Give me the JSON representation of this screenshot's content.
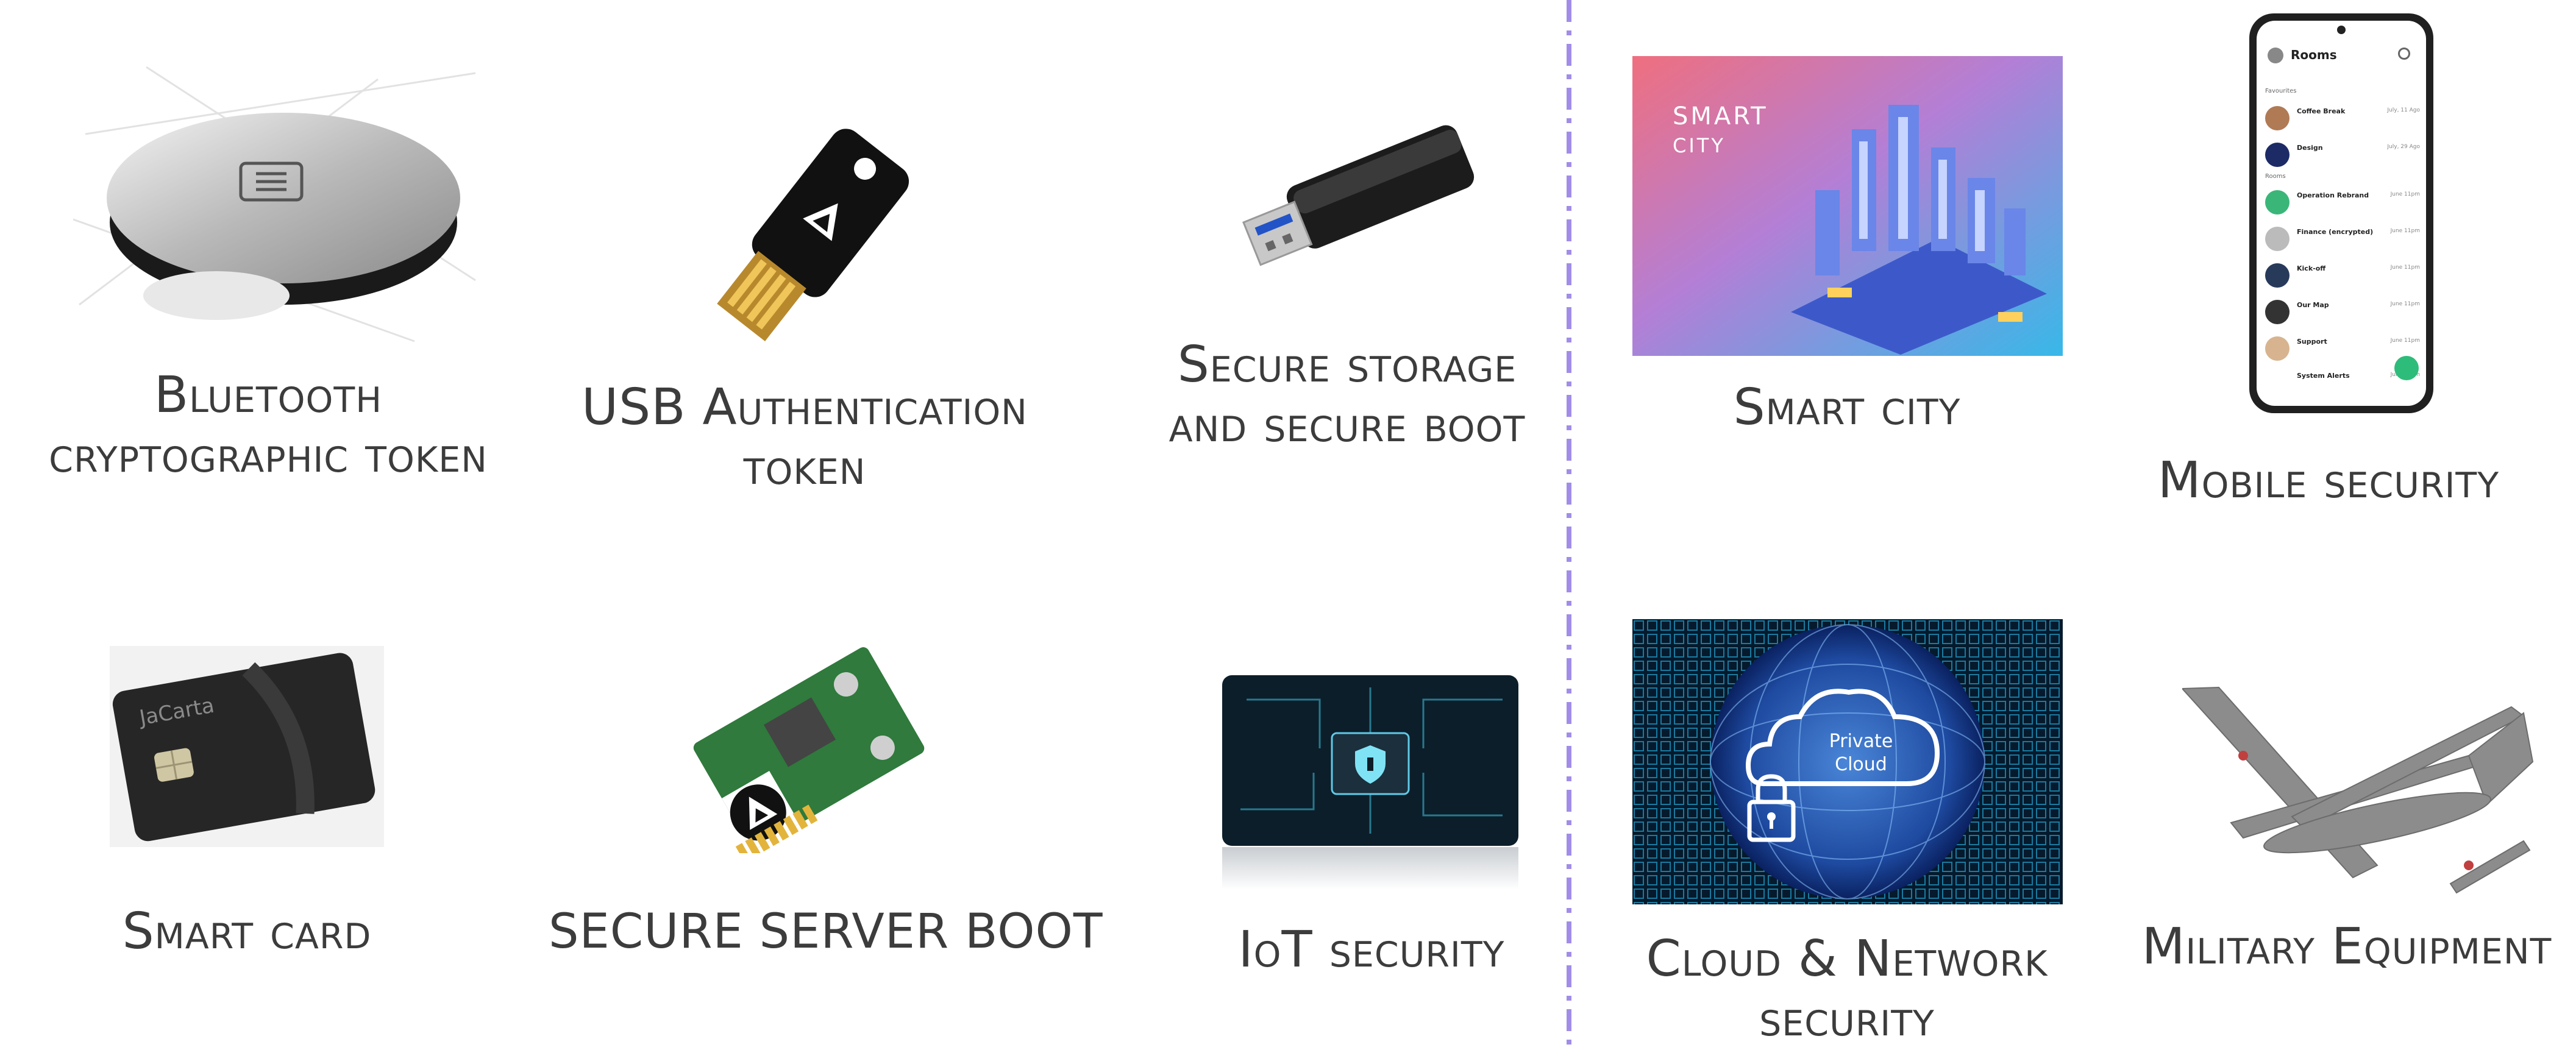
{
  "tiles": {
    "bluetooth": {
      "caption": "Bluetooth cryptographic token"
    },
    "usb": {
      "caption": "USB Authentication token"
    },
    "storage": {
      "caption": "Secure storage and secure boot"
    },
    "smartcity": {
      "caption": "Smart city",
      "image_text_1": "SMART",
      "image_text_2": "CITY"
    },
    "mobile": {
      "caption": "Mobile security",
      "screen_title": "Rooms",
      "section_favourites": "Favourites",
      "section_rooms": "Rooms",
      "rows": [
        {
          "name": "Coffee Break",
          "time": "July, 11 Ago"
        },
        {
          "name": "Design",
          "time": "July, 29 Ago"
        },
        {
          "name": "Operation Rebrand",
          "time": "June 11pm"
        },
        {
          "name": "Finance (encrypted)",
          "time": "June 11pm"
        },
        {
          "name": "Kick-off",
          "time": "June 11pm"
        },
        {
          "name": "Our Map",
          "time": "June 11pm"
        },
        {
          "name": "Support",
          "time": "June 11pm"
        },
        {
          "name": "System Alerts",
          "time": "June 11pm"
        }
      ]
    },
    "smartcard": {
      "caption": "Smart card",
      "card_brand": "JaCarta"
    },
    "serverboot": {
      "caption": "SECURE SERVER BOOT"
    },
    "iot": {
      "caption": "IoT security"
    },
    "cloud": {
      "caption": "Cloud & Network security",
      "label_line1": "Private",
      "label_line2": "Cloud"
    },
    "military": {
      "caption": "Military Equipment"
    }
  },
  "colors": {
    "divider": "#a18de8",
    "caption_text": "#3c3c3c"
  }
}
